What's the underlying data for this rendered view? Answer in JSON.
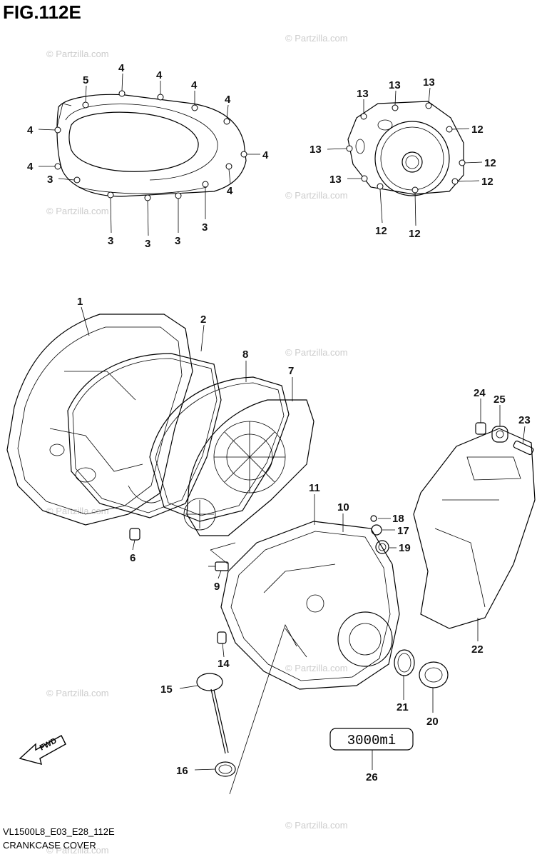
{
  "figure": {
    "title": "FIG.112E",
    "code": "VL1500L8_E03_E28_112E",
    "name": "CRANKCASE COVER"
  },
  "watermark": "© Partzilla.com",
  "fwd_label": "FWD",
  "mileage_label": "3000mi",
  "callouts": {
    "c1": "1",
    "c2": "2",
    "c3": "3",
    "c4": "4",
    "c5": "5",
    "c6": "6",
    "c7": "7",
    "c8": "8",
    "c9": "9",
    "c10": "10",
    "c11": "11",
    "c12": "12",
    "c13": "13",
    "c14": "14",
    "c15": "15",
    "c16": "16",
    "c17": "17",
    "c18": "18",
    "c19": "19",
    "c20": "20",
    "c21": "21",
    "c22": "22",
    "c23": "23",
    "c24": "24",
    "c25": "25",
    "c26": "26"
  }
}
